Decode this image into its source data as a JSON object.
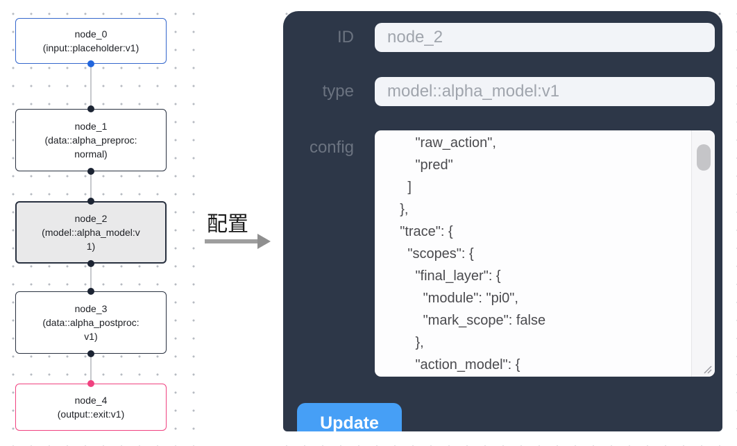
{
  "graph": {
    "nodes": [
      {
        "id": "node_0",
        "title": "node_0",
        "subtitle": "(input::placeholder:v1)"
      },
      {
        "id": "node_1",
        "title": "node_1",
        "subtitle": "(data::alpha_preproc:normal)"
      },
      {
        "id": "node_2",
        "title": "node_2",
        "subtitle": "(model::alpha_model:v1)"
      },
      {
        "id": "node_3",
        "title": "node_3",
        "subtitle": "(data::alpha_postproc:v1)"
      },
      {
        "id": "node_4",
        "title": "node_4",
        "subtitle": "(output::exit:v1)"
      }
    ]
  },
  "transfer": {
    "label": "配置"
  },
  "panel": {
    "id_label": "ID",
    "id_value": "node_2",
    "type_label": "type",
    "type_value": "model::alpha_model:v1",
    "config_label": "config",
    "config_value": "        \"raw_action\",\n        \"pred\"\n      ]\n    },\n    \"trace\": {\n      \"scopes\": {\n        \"final_layer\": {\n          \"module\": \"pi0\",\n          \"mark_scope\": false\n        },\n        \"action_model\": {",
    "update_label": "Update"
  },
  "colors": {
    "panel_bg": "#2d3748",
    "update_button_blue": "#469ff6",
    "input_node_border_blue": "#3366cc",
    "default_node_border": "#28303f",
    "output_node_border_pink": "#f0417f",
    "selected_node_bg": "#e9e9ea",
    "port_blue": "#2266dd",
    "port_dark": "#1c2433",
    "port_pink": "#f0417f",
    "edge_gray": "#c6c8cc"
  }
}
